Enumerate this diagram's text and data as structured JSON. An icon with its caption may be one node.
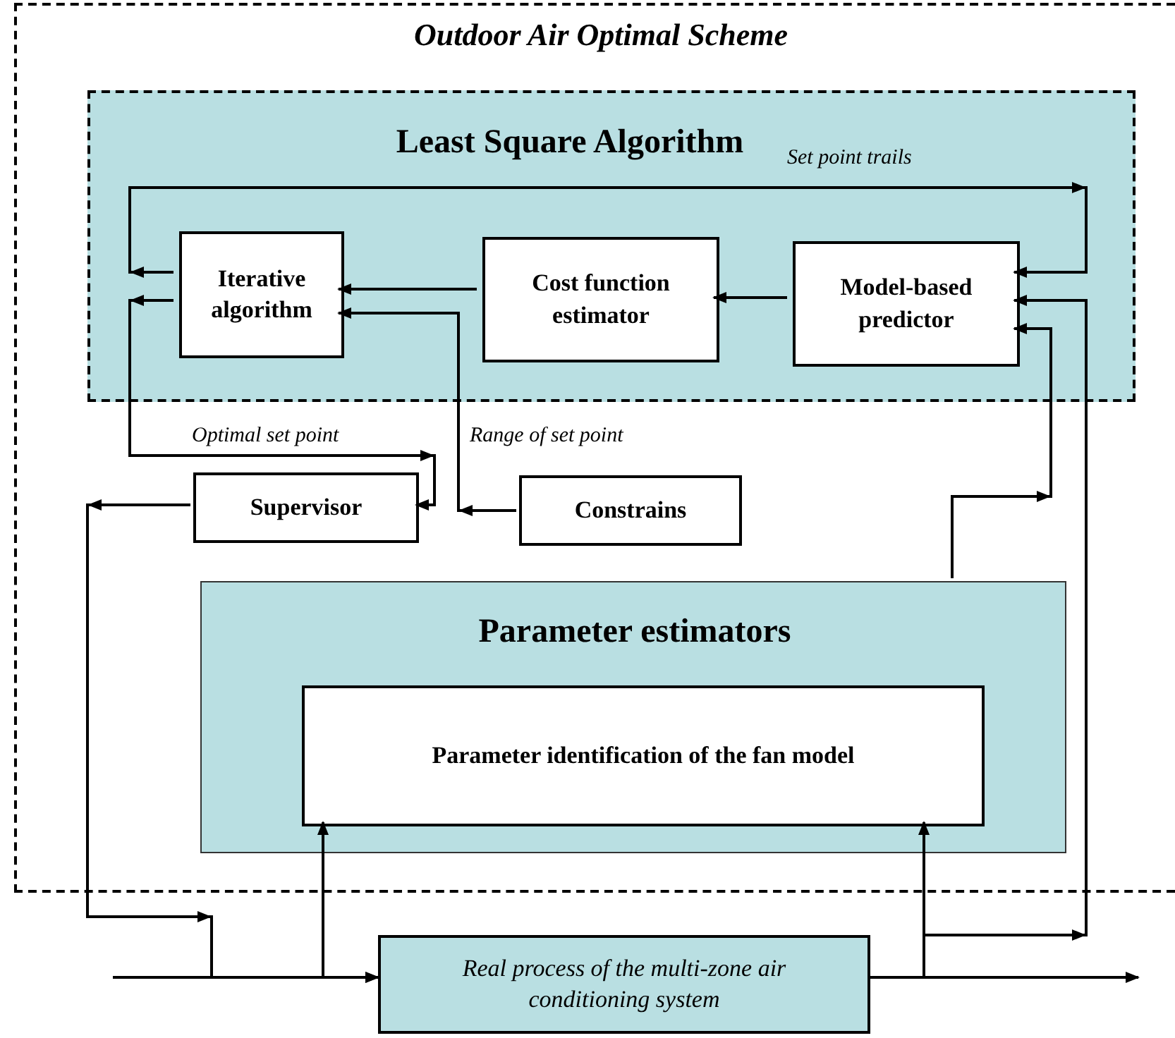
{
  "diagram": {
    "nodes": [
      {
        "text": [
          "Outdoor Air Optimal Scheme"
        ]
      },
      {
        "text": [
          "Least Square Algorithm"
        ],
        "in": 0
      },
      {
        "text": [
          "Iterative algorithm"
        ],
        "in": 1
      },
      {
        "text": [
          "Cost function estimator"
        ],
        "in": 1
      },
      {
        "text": [
          "Model-based predictor"
        ],
        "in": 1
      },
      {
        "text": [
          "Supervisor"
        ],
        "in": 0
      },
      {
        "text": [
          "Constrains"
        ],
        "in": 0
      },
      {
        "text": [
          "Parameter estimators"
        ],
        "in": 0
      },
      {
        "text": [
          "Parameter identification of the  fan model"
        ],
        "in": 7
      },
      {
        "text": [
          "Real process of the multi-zone air conditioning system"
        ]
      }
    ],
    "edges": [
      {
        "from": 2,
        "to": 4,
        "arrow": "to",
        "label": "Set point trails"
      },
      {
        "from": 3,
        "to": 2,
        "arrow": "to"
      },
      {
        "from": 4,
        "to": 3,
        "arrow": "to"
      },
      {
        "from": 2,
        "to": 5,
        "arrow": "to",
        "label": "Optimal set point"
      },
      {
        "from": 6,
        "to": 2,
        "arrow": "to",
        "label": "Range of set point"
      },
      {
        "from": 5,
        "to": 9,
        "arrow": "to"
      },
      {
        "from": null,
        "to": 9,
        "arrow": "to"
      },
      {
        "from": null,
        "to": 8,
        "arrow": "to"
      },
      {
        "from": 9,
        "to": null,
        "arrow": "to"
      },
      {
        "from": 9,
        "to": 8,
        "arrow": "to"
      },
      {
        "from": 9,
        "to": 4,
        "arrow": "to"
      },
      {
        "from": 7,
        "to": 4,
        "arrow": "to"
      }
    ]
  }
}
